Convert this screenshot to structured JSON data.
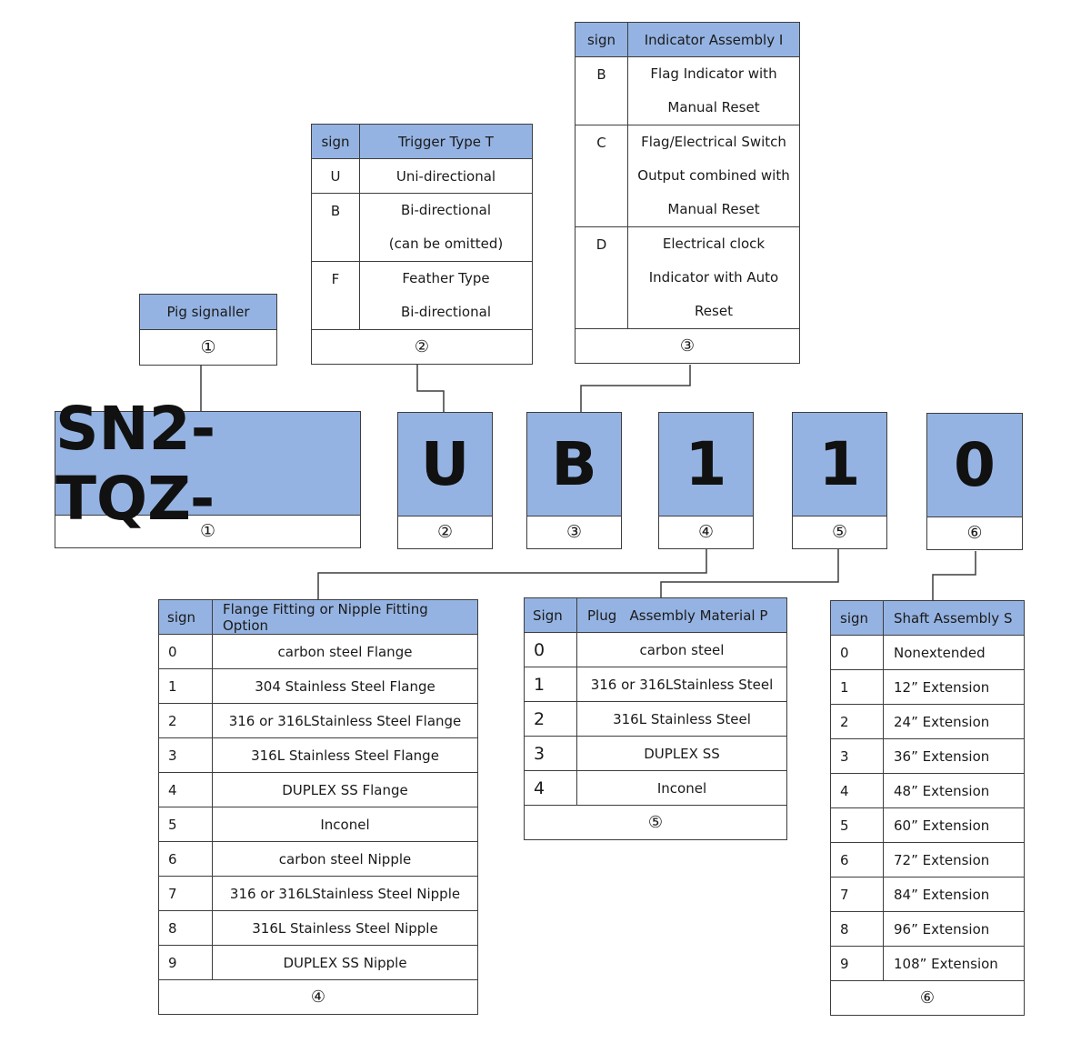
{
  "pig_signaller": {
    "label": "Pig signaller",
    "num": "①"
  },
  "code": [
    {
      "text": "SN2-TQZ-",
      "num": "①"
    },
    {
      "text": "U",
      "num": "②"
    },
    {
      "text": "B",
      "num": "③"
    },
    {
      "text": "1",
      "num": "④"
    },
    {
      "text": "1",
      "num": "⑤"
    },
    {
      "text": "0",
      "num": "⑥"
    }
  ],
  "trigger": {
    "sign_header": "sign",
    "title": "Trigger Type T",
    "num": "②",
    "rows": [
      {
        "sign": "U",
        "desc": "Uni-directional"
      },
      {
        "sign": "B",
        "desc": "Bi-directional\n(can be omitted)"
      },
      {
        "sign": "F",
        "desc": "Feather Type\nBi-directional"
      }
    ]
  },
  "indicator": {
    "sign_header": "sign",
    "title": "Indicator Assembly I",
    "num": "③",
    "rows": [
      {
        "sign": "B",
        "desc": "Flag Indicator with\nManual Reset"
      },
      {
        "sign": "C",
        "desc": "Flag/Electrical Switch\nOutput combined with\nManual Reset"
      },
      {
        "sign": "D",
        "desc": "Electrical clock\nIndicator with Auto\nReset"
      }
    ]
  },
  "flange": {
    "sign_header": "sign",
    "title": "Flange Fitting or Nipple Fitting Option",
    "num": "④",
    "rows": [
      {
        "sign": "0",
        "desc": "carbon steel Flange"
      },
      {
        "sign": "1",
        "desc": "304 Stainless Steel Flange"
      },
      {
        "sign": "2",
        "desc": "316 or 316LStainless Steel Flange"
      },
      {
        "sign": "3",
        "desc": "316L Stainless Steel Flange"
      },
      {
        "sign": "4",
        "desc": "DUPLEX SS Flange"
      },
      {
        "sign": "5",
        "desc": "Inconel"
      },
      {
        "sign": "6",
        "desc": "carbon steel Nipple"
      },
      {
        "sign": "7",
        "desc": "316 or 316LStainless Steel Nipple"
      },
      {
        "sign": "8",
        "desc": "316L Stainless Steel Nipple"
      },
      {
        "sign": "9",
        "desc": "DUPLEX SS Nipple"
      }
    ]
  },
  "plug": {
    "sign_header": "Sign",
    "title": "Plug   Assembly Material P",
    "num": "⑤",
    "rows": [
      {
        "sign": "0",
        "desc": "carbon steel"
      },
      {
        "sign": "1",
        "desc": "316 or 316LStainless Steel"
      },
      {
        "sign": "2",
        "desc": "316L Stainless Steel"
      },
      {
        "sign": "3",
        "desc": "DUPLEX SS"
      },
      {
        "sign": "4",
        "desc": "Inconel"
      }
    ]
  },
  "shaft": {
    "sign_header": "sign",
    "title": "Shaft Assembly S",
    "num": "⑥",
    "rows": [
      {
        "sign": "0",
        "desc": "Nonextended"
      },
      {
        "sign": "1",
        "desc": "12” Extension"
      },
      {
        "sign": "2",
        "desc": "24” Extension"
      },
      {
        "sign": "3",
        "desc": "36” Extension"
      },
      {
        "sign": "4",
        "desc": "48” Extension"
      },
      {
        "sign": "5",
        "desc": "60” Extension"
      },
      {
        "sign": "6",
        "desc": "72” Extension"
      },
      {
        "sign": "7",
        "desc": "84” Extension"
      },
      {
        "sign": "8",
        "desc": "96” Extension"
      },
      {
        "sign": "9",
        "desc": "108” Extension"
      }
    ]
  },
  "colors": {
    "header_fill": "#95b3e2",
    "border": "#3d3d3d",
    "connector": "#3d3d3d"
  }
}
